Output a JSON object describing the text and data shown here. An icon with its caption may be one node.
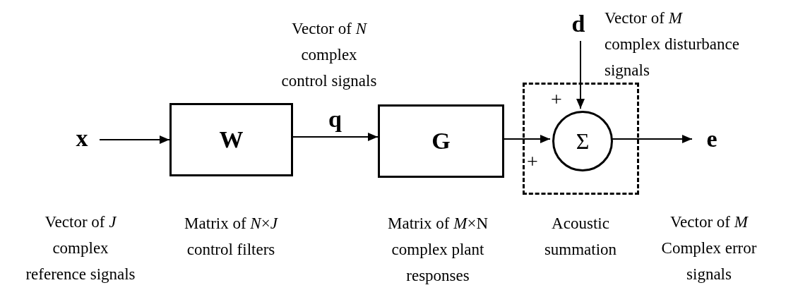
{
  "diagram": {
    "nodes": [
      {
        "text": [
          "x"
        ]
      },
      {
        "text": [
          "W"
        ],
        "beside": [
          "Matrix of *N*×*J* control filters"
        ]
      },
      {
        "text": [
          "G"
        ],
        "beside": [
          "Matrix of *M*×N complex plant responses"
        ]
      },
      {
        "text": [],
        "shape": "box",
        "beside": [
          "Acoustic summation"
        ]
      },
      {
        "text": [
          "Σ"
        ],
        "in": 3
      },
      {
        "text": [
          "d"
        ],
        "beside": [
          "Vector of *M* complex disturbance signals"
        ]
      },
      {
        "text": [
          "e"
        ]
      }
    ],
    "edges": [
      {
        "from": 0,
        "to": 1,
        "arrow": "to"
      },
      {
        "from": 1,
        "to": 2,
        "arrow": "to",
        "label": "q"
      },
      {
        "from": 2,
        "to": 4,
        "arrow": "to"
      },
      {
        "from": 5,
        "to": 4,
        "arrow": "to"
      },
      {
        "from": 4,
        "to": 6,
        "arrow": "to"
      }
    ],
    "labels": [
      "Vector of *N* complex control signals",
      "+",
      "+",
      "Vector of *J* complex reference signals",
      "Vector of *M* Complex error signals"
    ]
  }
}
